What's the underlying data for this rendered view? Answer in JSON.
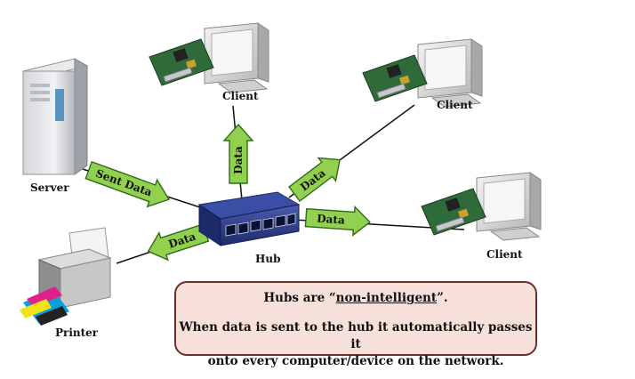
{
  "labels": {
    "server": "Server",
    "printer": "Printer",
    "hub": "Hub",
    "client_top": "Client",
    "client_right_top": "Client",
    "client_right_bottom": "Client"
  },
  "arrows": {
    "server_to_hub": "Sent Data",
    "hub_to_client_top": "Data",
    "hub_to_client_right_top": "Data",
    "hub_to_client_right_bottom": "Data",
    "hub_to_printer": "Data"
  },
  "note": {
    "line1_prefix": "Hubs are “",
    "line1_term": "non-intelligent",
    "line1_suffix": "”.",
    "line2a": "When data is sent to the hub it automatically passes it",
    "line2b": "onto every computer/device on the network."
  },
  "colors": {
    "arrow_fill": "#92d050",
    "arrow_stroke": "#2f6b1a",
    "hub_blue": "#2e3f8f",
    "note_fill": "#f7e0da",
    "note_border": "#6a2f2a"
  }
}
